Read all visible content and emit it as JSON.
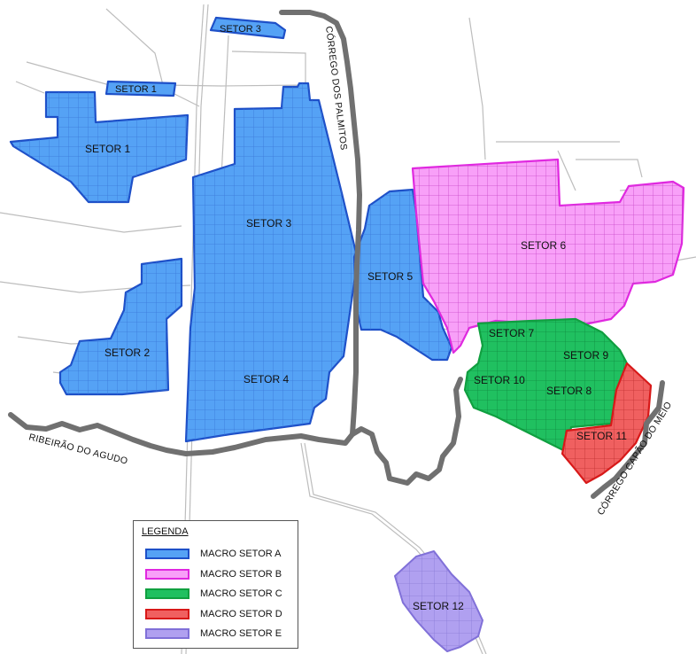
{
  "colors": {
    "macro_a_fill": "#55a2f5",
    "macro_a_stroke": "#1e50c8",
    "macro_b_fill": "#f8a0f8",
    "macro_b_stroke": "#e028e0",
    "macro_c_fill": "#20c060",
    "macro_c_stroke": "#10a040",
    "macro_d_fill": "#f06060",
    "macro_d_stroke": "#d81818",
    "macro_e_fill": "#b0a0f0",
    "macro_e_stroke": "#8070d8",
    "river": "#707070",
    "road": "#bdbdbd"
  },
  "sectors": {
    "setor_1_small": "SETOR 1",
    "setor_1": "SETOR 1",
    "setor_3_small": "SETOR 3",
    "setor_3": "SETOR 3",
    "setor_2": "SETOR 2",
    "setor_4": "SETOR 4",
    "setor_5": "SETOR 5",
    "setor_6": "SETOR 6",
    "setor_7": "SETOR 7",
    "setor_8": "SETOR 8",
    "setor_9": "SETOR 9",
    "setor_10": "SETOR 10",
    "setor_11": "SETOR 11",
    "setor_12": "SETOR 12"
  },
  "rivers": {
    "corrego_dos_palmitos": "CÓRREGO DOS PALMITOS",
    "ribeirao_do_agudo": "RIBEIRÃO DO AGUDO",
    "corrego_capao_do_meio": "CÓRREGO CAPÃO DO MEIO"
  },
  "legend": {
    "title": "LEGENDA",
    "items": [
      {
        "label": "MACRO SETOR A",
        "icon": "blue-swatch"
      },
      {
        "label": "MACRO SETOR B",
        "icon": "magenta-swatch"
      },
      {
        "label": "MACRO SETOR C",
        "icon": "green-swatch"
      },
      {
        "label": "MACRO SETOR D",
        "icon": "red-swatch"
      },
      {
        "label": "MACRO SETOR E",
        "icon": "purple-swatch"
      }
    ]
  }
}
